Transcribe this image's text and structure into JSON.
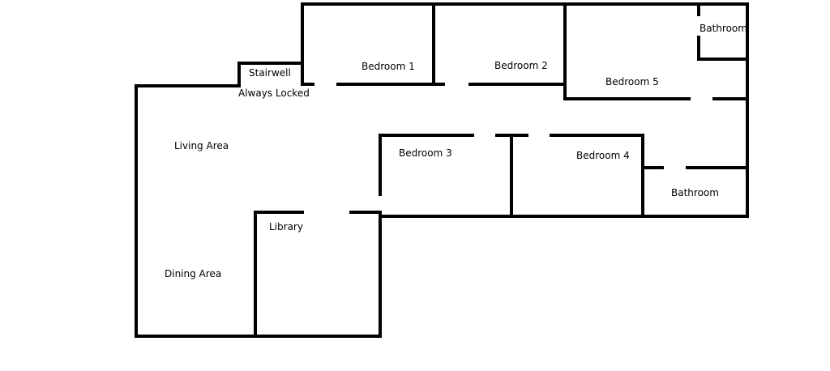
{
  "floorplan": {
    "rooms": {
      "stairwell": "Stairwell",
      "always_locked": "Always Locked",
      "bedroom_1": "Bedroom 1",
      "bedroom_2": "Bedroom 2",
      "bedroom_5": "Bedroom 5",
      "bathroom_top": "Bathroom",
      "living_area": "Living Area",
      "bedroom_3": "Bedroom 3",
      "bedroom_4": "Bedroom 4",
      "bathroom_bottom": "Bathroom",
      "library": "Library",
      "dining_area": "Dining Area"
    },
    "colors": {
      "wall": "#000000",
      "background": "#ffffff",
      "text": "#000000"
    }
  }
}
